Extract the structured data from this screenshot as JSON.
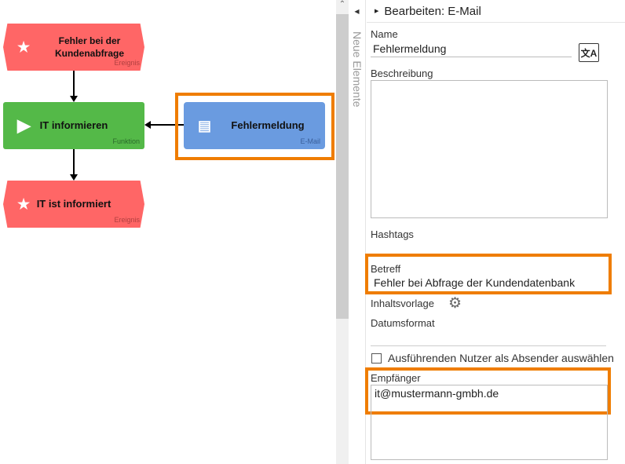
{
  "canvas": {
    "nodes": [
      {
        "title": "Fehler bei der Kundenabfrage",
        "type": "Ereignis",
        "icon": "star-icon"
      },
      {
        "title": "IT informieren",
        "type": "Funktion",
        "icon": "play-icon"
      },
      {
        "title": "Fehlermeldung",
        "type": "E-Mail",
        "icon": "document-icon"
      },
      {
        "title": "IT ist informiert",
        "type": "Ereignis",
        "icon": "star-icon"
      }
    ]
  },
  "side_tab": {
    "label": "Neue Elemente"
  },
  "panel": {
    "title": "Bearbeiten: E-Mail",
    "name_label": "Name",
    "name_value": "Fehlermeldung",
    "description_label": "Beschreibung",
    "hashtags_label": "Hashtags",
    "subject_label": "Betreff",
    "subject_value": "Fehler bei Abfrage der Kundendatenbank",
    "template_label": "Inhaltsvorlage",
    "dateformat_label": "Datumsformat",
    "checkbox_label": "Ausführenden Nutzer als Absender auswählen",
    "recipient_label": "Empfänger",
    "recipient_value": "it@mustermann-gmbh.de"
  },
  "colors": {
    "event": "#ff6666",
    "function": "#54b948",
    "email": "#6a9be0",
    "highlight": "#ef7d00"
  }
}
